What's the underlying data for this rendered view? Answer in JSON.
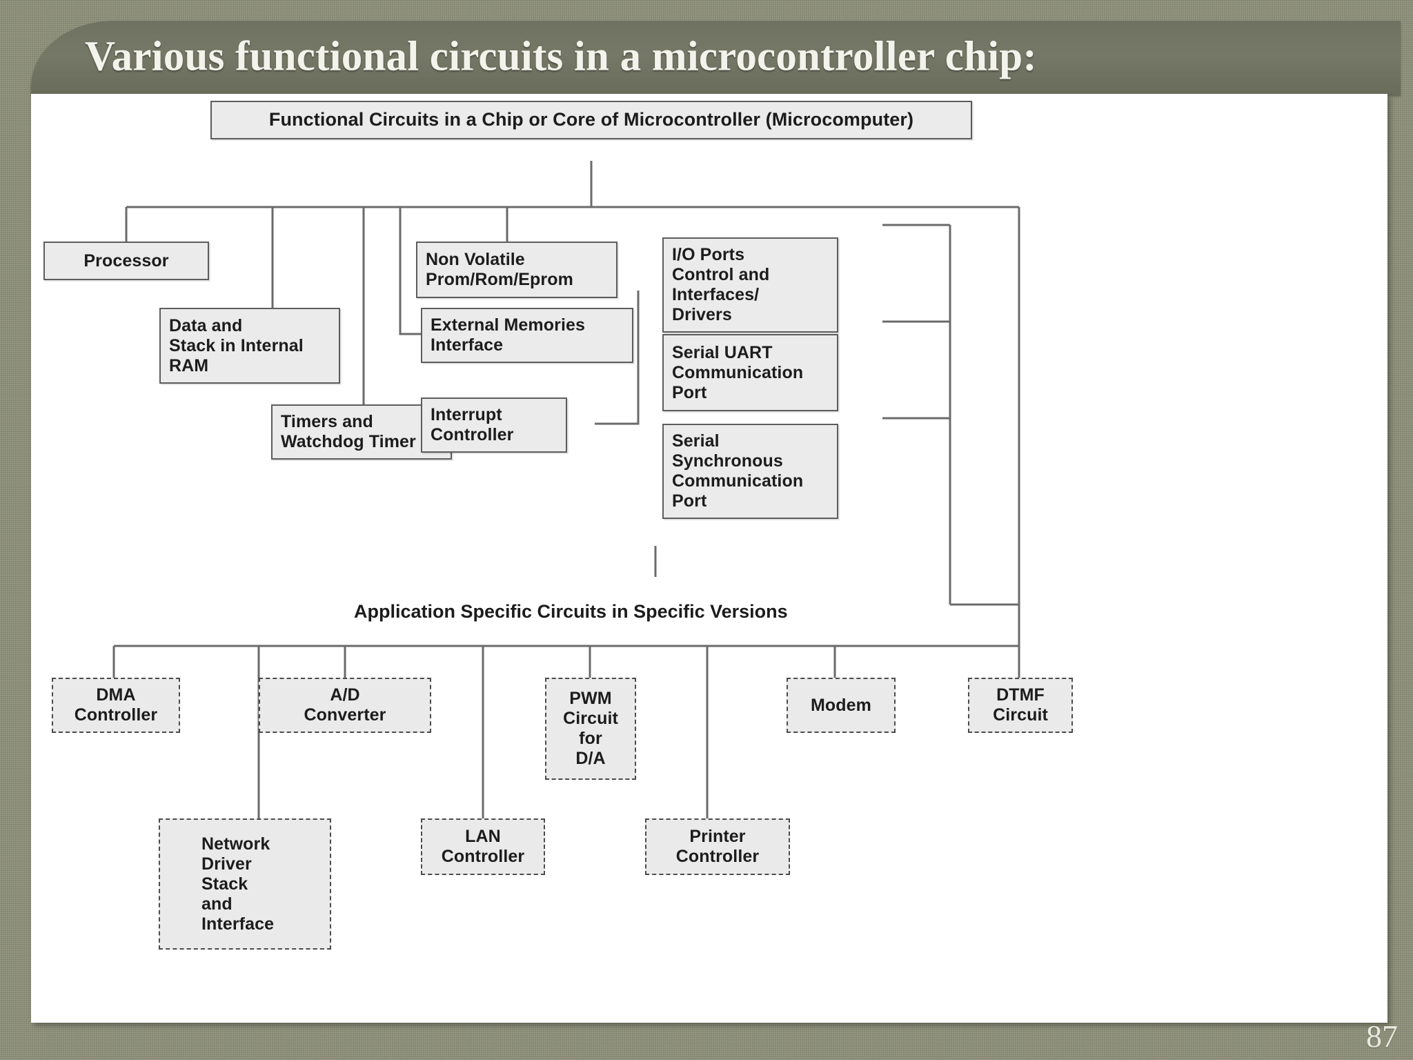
{
  "slide": {
    "title": "Various functional circuits in a microcontroller chip:",
    "page_number": "87",
    "accent_color": "#6f7261",
    "background_color": "#8d9079",
    "panel_color": "#ffffff",
    "node_fill": "#ebebeb",
    "node_border": "#5c5c5c"
  },
  "diagram": {
    "type": "block-diagram",
    "root": {
      "id": "root",
      "label": "Functional Circuits in a Chip or Core of Microcontroller (Microcomputer)"
    },
    "core_blocks": [
      {
        "id": "processor",
        "lines": [
          "Processor"
        ]
      },
      {
        "id": "data-stack-ram",
        "lines": [
          "Data and",
          "Stack in Internal",
          "RAM"
        ]
      },
      {
        "id": "timers-watchdog",
        "lines": [
          "Timers and",
          "Watchdog Timer"
        ]
      },
      {
        "id": "non-volatile-mem",
        "lines": [
          "Non Volatile",
          "Prom/Rom/Eprom"
        ]
      },
      {
        "id": "external-memories-interface",
        "lines": [
          "External Memories",
          "Interface"
        ]
      },
      {
        "id": "interrupt-controller",
        "lines": [
          "Interrupt",
          "Controller"
        ]
      },
      {
        "id": "io-ports",
        "lines": [
          "I/O Ports",
          "Control and",
          "Interfaces/",
          "Drivers"
        ]
      },
      {
        "id": "serial-uart",
        "lines": [
          "Serial UART",
          "Communication",
          "Port"
        ]
      },
      {
        "id": "serial-sync",
        "lines": [
          "Serial",
          "Synchronous",
          "Communication",
          "Port"
        ]
      }
    ],
    "application_section_label": "Application Specific Circuits in Specific Versions",
    "application_blocks": [
      {
        "id": "dma-controller",
        "lines": [
          "DMA",
          "Controller"
        ]
      },
      {
        "id": "ad-converter",
        "lines": [
          "A/D",
          "Converter"
        ]
      },
      {
        "id": "pwm-circuit",
        "lines": [
          "PWM",
          "Circuit",
          "for",
          "D/A"
        ]
      },
      {
        "id": "modem",
        "lines": [
          "Modem"
        ]
      },
      {
        "id": "dtmf-circuit",
        "lines": [
          "DTMF",
          "Circuit"
        ]
      },
      {
        "id": "network-driver",
        "lines": [
          "Network",
          "Driver",
          "Stack",
          "and",
          "Interface"
        ]
      },
      {
        "id": "lan-controller",
        "lines": [
          "LAN",
          "Controller"
        ]
      },
      {
        "id": "printer-controller",
        "lines": [
          "Printer",
          "Controller"
        ]
      }
    ]
  }
}
